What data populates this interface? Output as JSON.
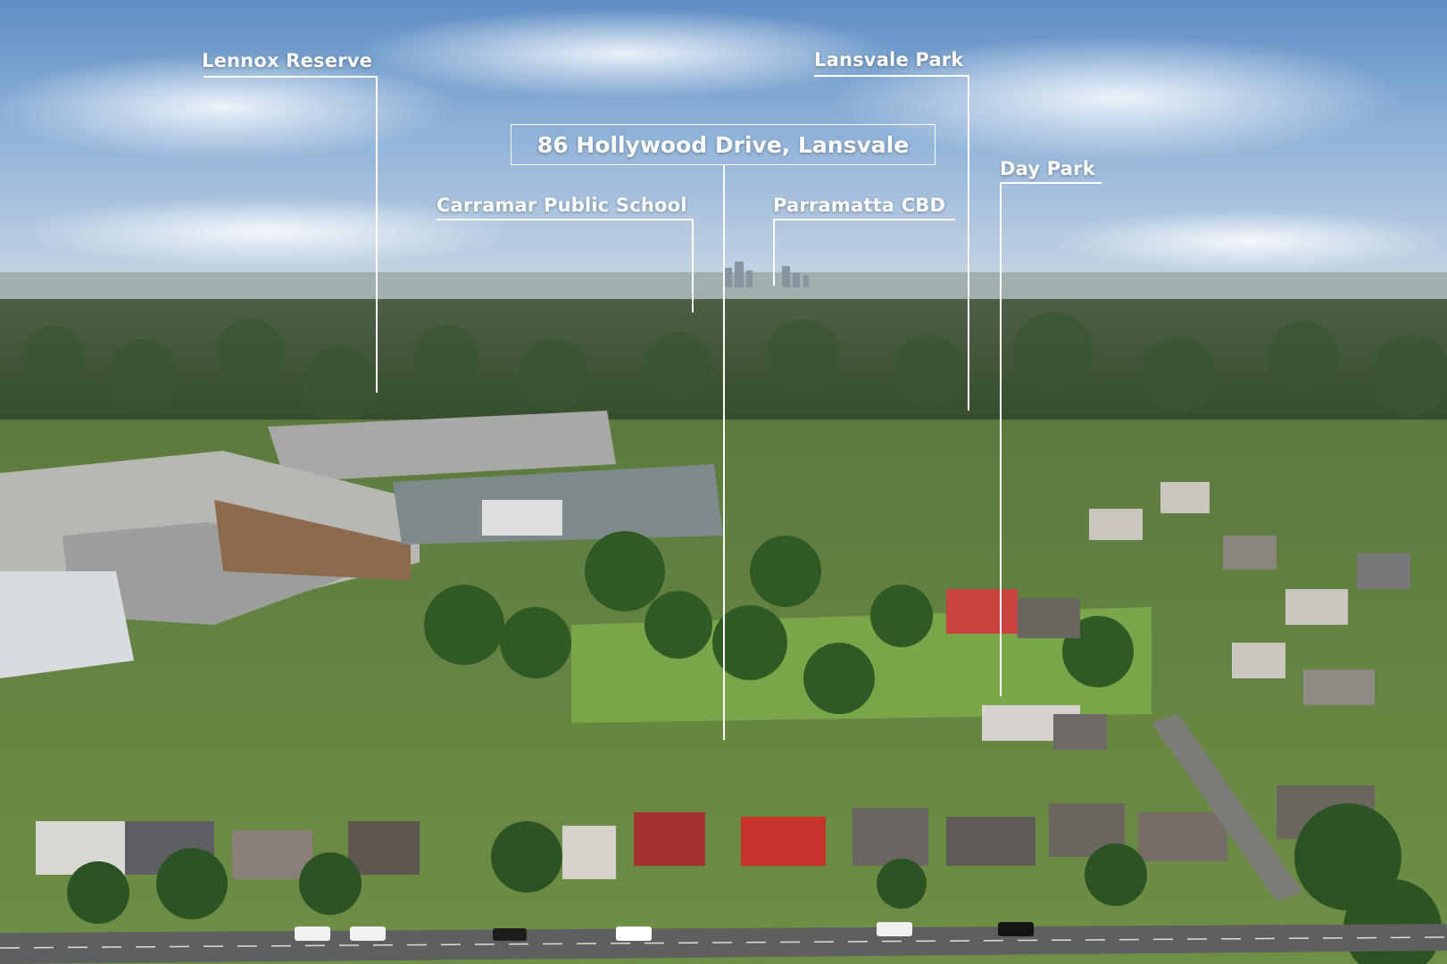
{
  "photo": {
    "title": "86 Hollywood Drive, Lansvale",
    "labels": {
      "lennox_reserve": "Lennox Reserve",
      "lansvale_park": "Lansvale Park",
      "day_park": "Day Park",
      "carramar_public_school": "Carramar Public School",
      "parramatta_cbd": "Parramatta CBD"
    }
  }
}
